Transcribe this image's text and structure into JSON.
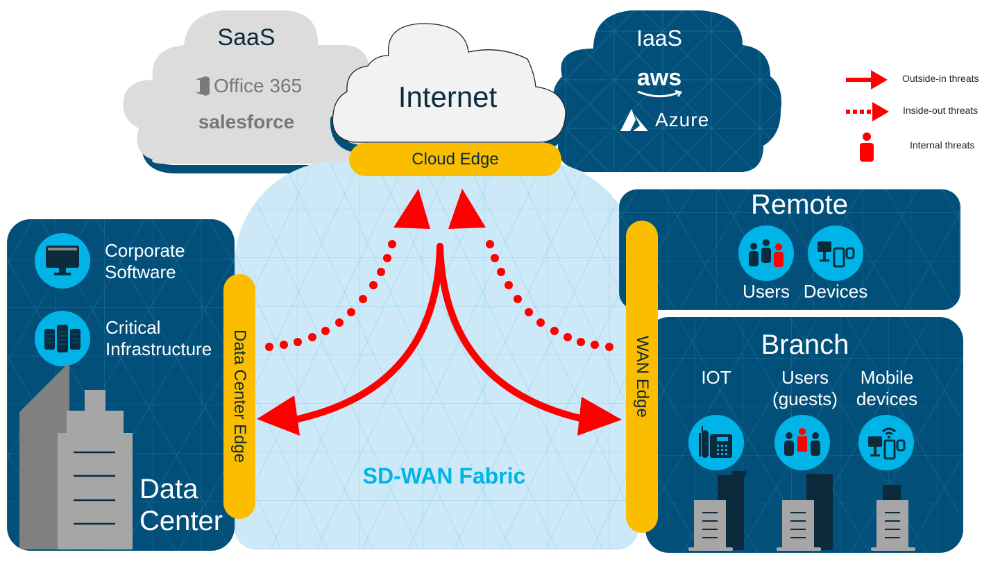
{
  "clouds": {
    "saas": {
      "title": "SaaS",
      "apps": [
        "Office 365",
        "salesforce"
      ]
    },
    "internet": {
      "title": "Internet"
    },
    "iaas": {
      "title": "IaaS",
      "apps": [
        "aws",
        "Azure"
      ]
    }
  },
  "edges": {
    "cloud": "Cloud Edge",
    "data_center": "Data Center Edge",
    "wan": "WAN Edge"
  },
  "fabric": {
    "label": "SD-WAN Fabric"
  },
  "data_center": {
    "title_line1": "Data",
    "title_line2": "Center",
    "items": [
      {
        "icon": "monitor-icon",
        "line1": "Corporate",
        "line2": "Software"
      },
      {
        "icon": "servers-icon",
        "line1": "Critical",
        "line2": "Infrastructure"
      }
    ]
  },
  "remote": {
    "title": "Remote",
    "items": [
      {
        "icon": "users-icon",
        "label": "Users"
      },
      {
        "icon": "devices-icon",
        "label": "Devices"
      }
    ]
  },
  "branch": {
    "title": "Branch",
    "items": [
      {
        "icon": "ip-phone-icon",
        "line1": "IOT",
        "line2": ""
      },
      {
        "icon": "guest-users-icon",
        "line1": "Users",
        "line2": "(guests)"
      },
      {
        "icon": "mobile-devices-icon",
        "line1": "Mobile",
        "line2": "devices"
      }
    ]
  },
  "legend": [
    {
      "icon": "solid-arrow-icon",
      "label": "Outside-in threats"
    },
    {
      "icon": "dotted-arrow-icon",
      "label": "Inside-out threats"
    },
    {
      "icon": "person-icon",
      "label": "Internal threats"
    }
  ],
  "colors": {
    "navy": "#02507a",
    "cyan": "#00b4e8",
    "edge_yellow": "#fbbd00",
    "threat_red": "#ff0000",
    "fabric": "#cde9f7"
  }
}
